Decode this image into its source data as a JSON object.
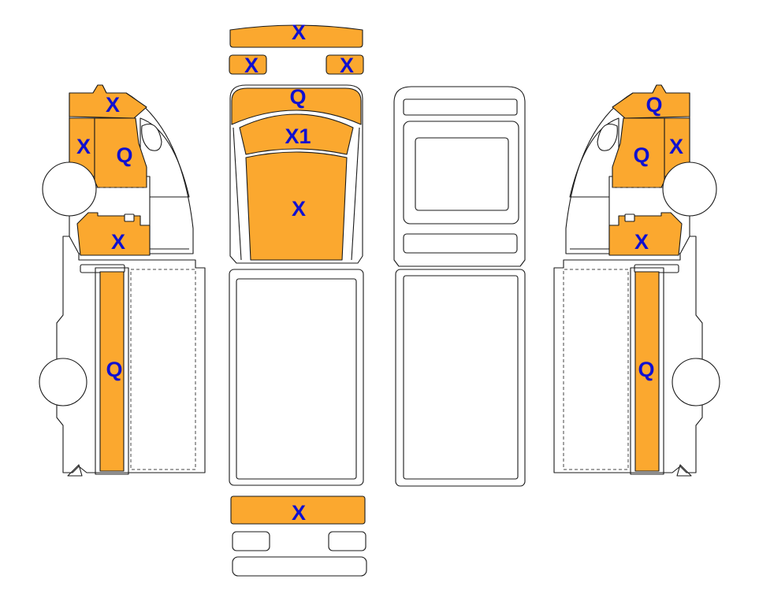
{
  "colors": {
    "coverage": "#FBA82F",
    "outline": "#1A1A1A",
    "label": "#1010D0"
  },
  "labels": {
    "top_strip": "X",
    "top_left_small": "X",
    "top_right_small": "X",
    "cab_front": "Q",
    "roof_front": "X1",
    "roof_main": "X",
    "rear_strip": "X",
    "left_cab_top": "X",
    "left_cab_side": "X",
    "left_cab_door": "Q",
    "left_cab_bottom": "X",
    "left_box_side": "Q",
    "right_cab_top": "Q",
    "right_cab_door": "Q",
    "right_cab_side": "X",
    "right_cab_bottom": "X",
    "right_box_side": "Q"
  }
}
